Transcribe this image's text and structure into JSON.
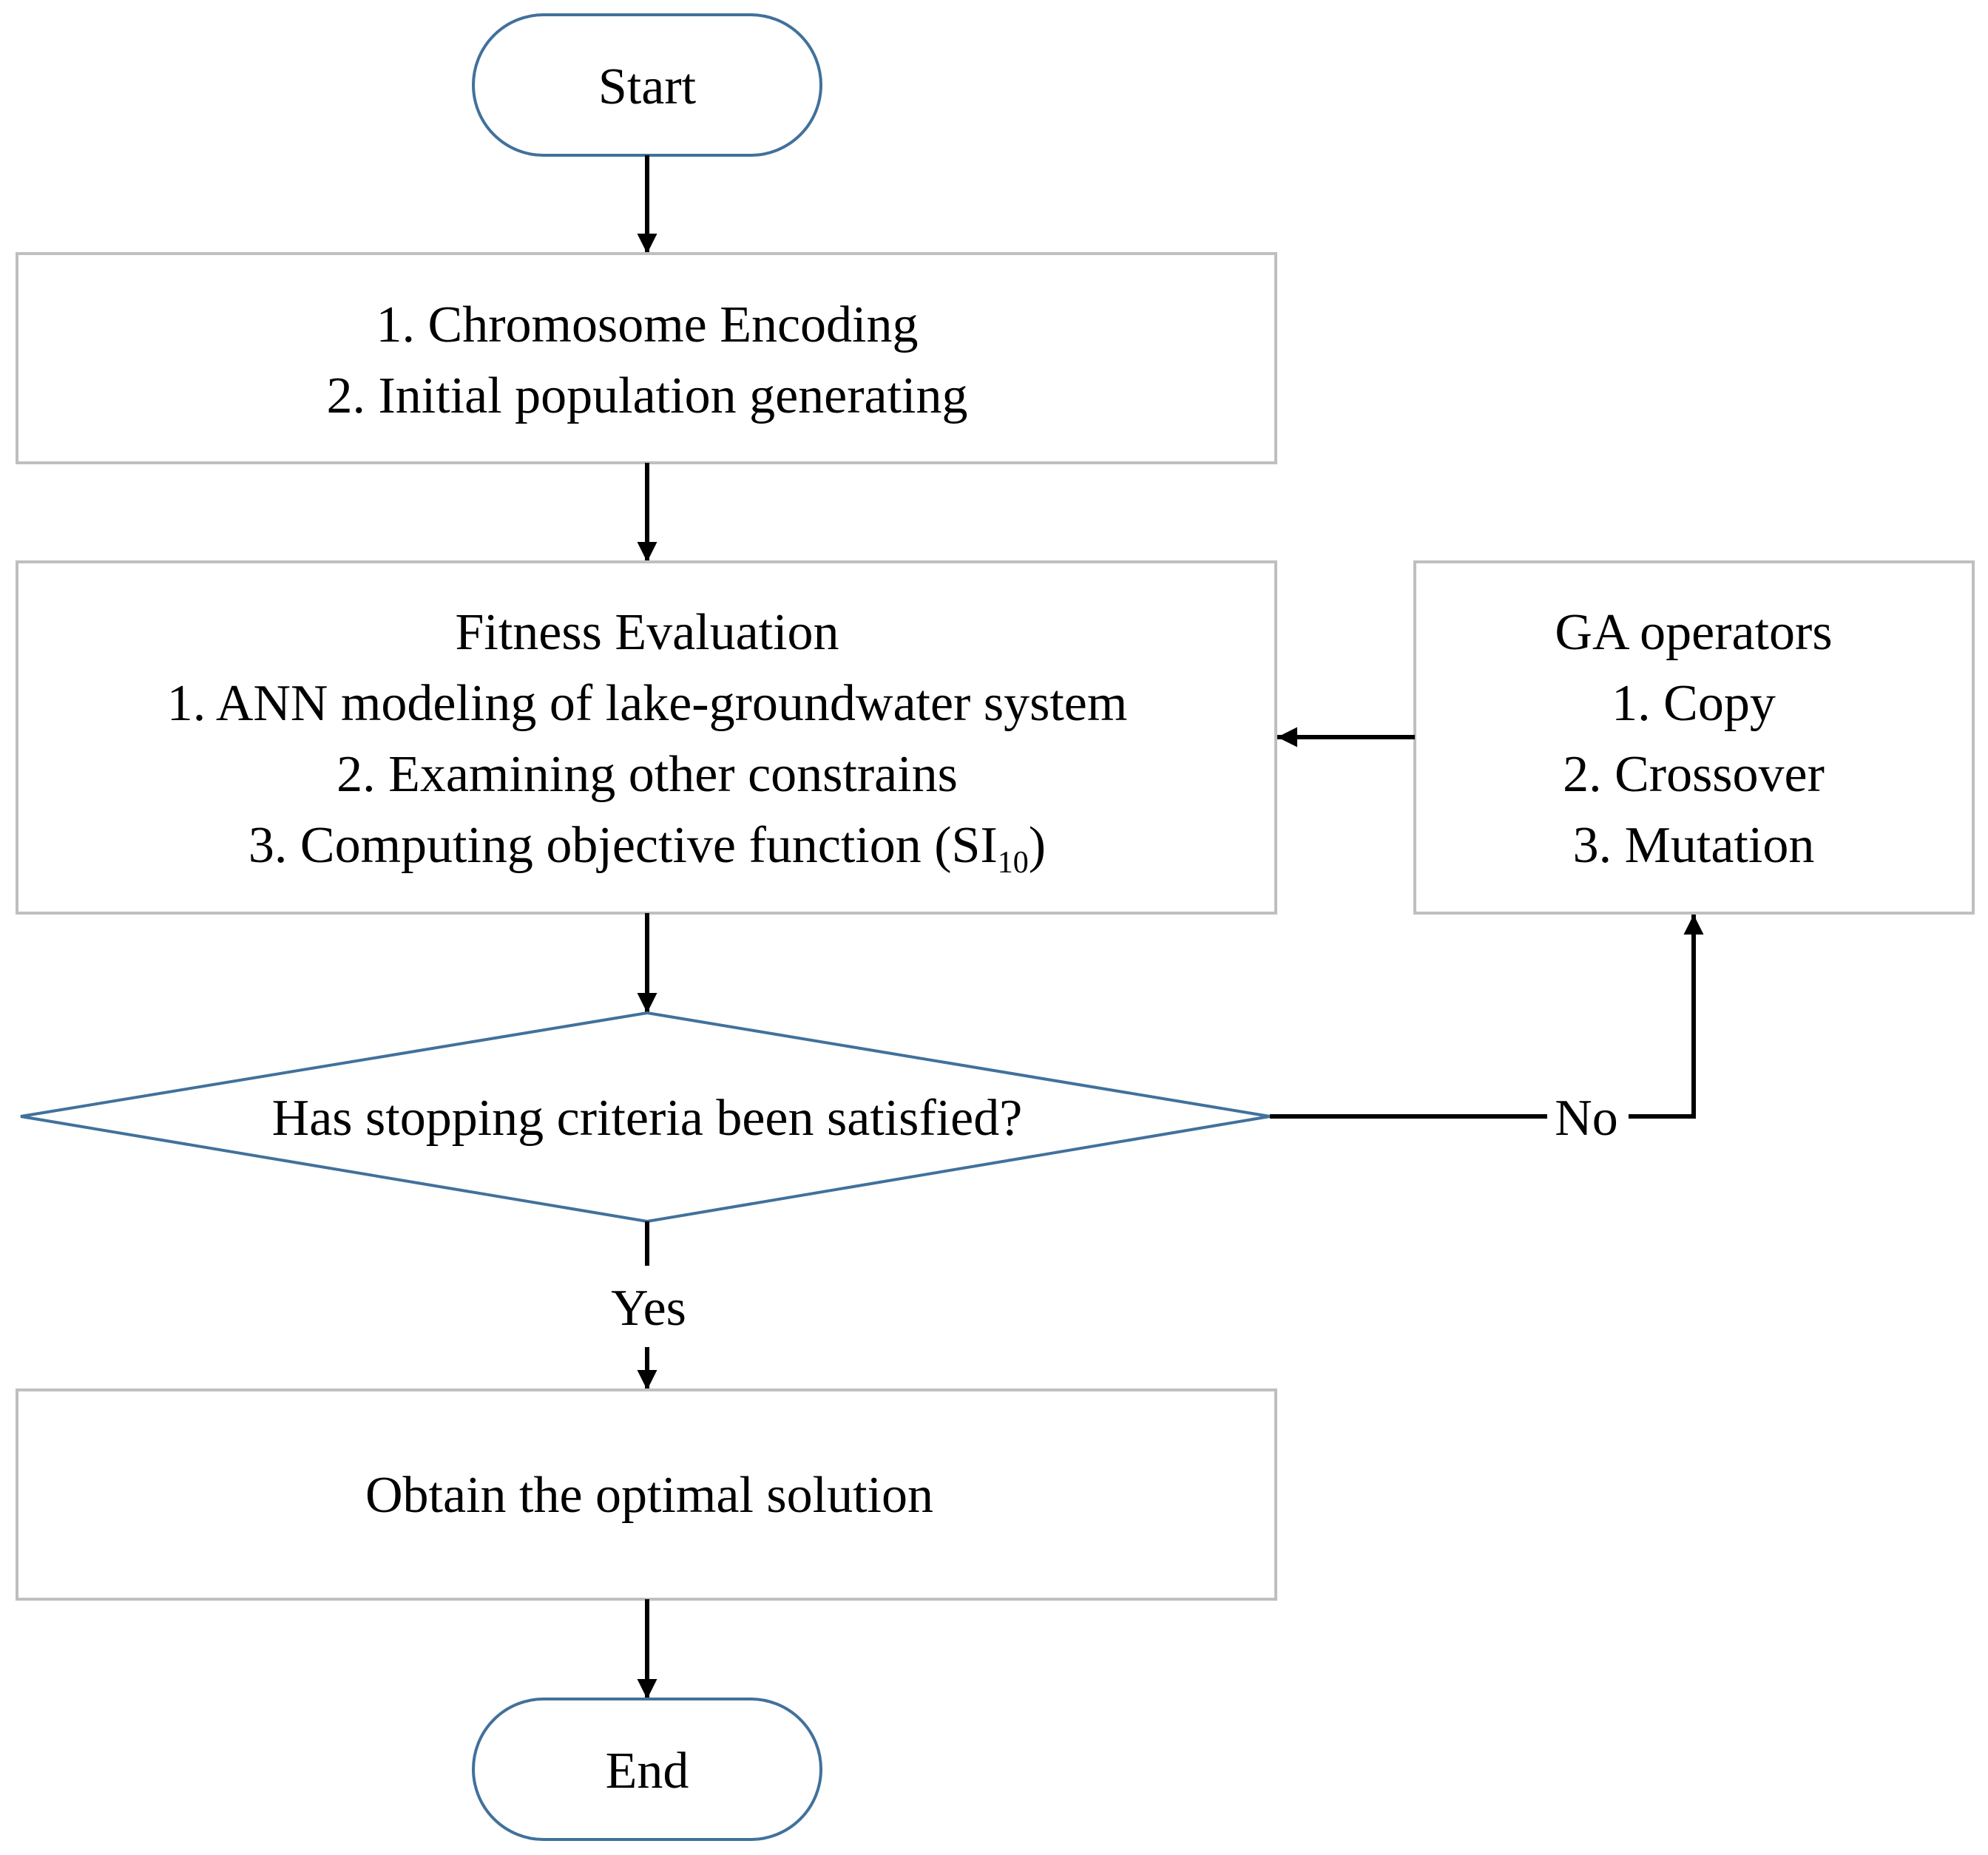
{
  "flowchart": {
    "start": {
      "label": "Start"
    },
    "init_box": {
      "line1": "1. Chromosome Encoding",
      "line2": "2. Initial population generating"
    },
    "fitness_box": {
      "title": "Fitness Evaluation",
      "line1": "1. ANN modeling of lake-groundwater system",
      "line2": "2. Examining other constrains",
      "line3_prefix": "3. Computing objective function (SI",
      "line3_subscript": "10",
      "line3_suffix": ")"
    },
    "ga_box": {
      "title": "GA operators",
      "line1": "1. Copy",
      "line2": "2. Crossover",
      "line3": "3. Mutation"
    },
    "decision": {
      "label": "Has stopping criteria been satisfied?"
    },
    "edge_labels": {
      "no": "No",
      "yes": "Yes"
    },
    "result_box": {
      "label": "Obtain the optimal solution"
    },
    "end": {
      "label": "End"
    }
  },
  "colors": {
    "terminal_stroke": "#41719C",
    "decision_stroke": "#41719C",
    "box_stroke": "#BFBFBF",
    "arrow": "#000000",
    "text": "#000000"
  }
}
